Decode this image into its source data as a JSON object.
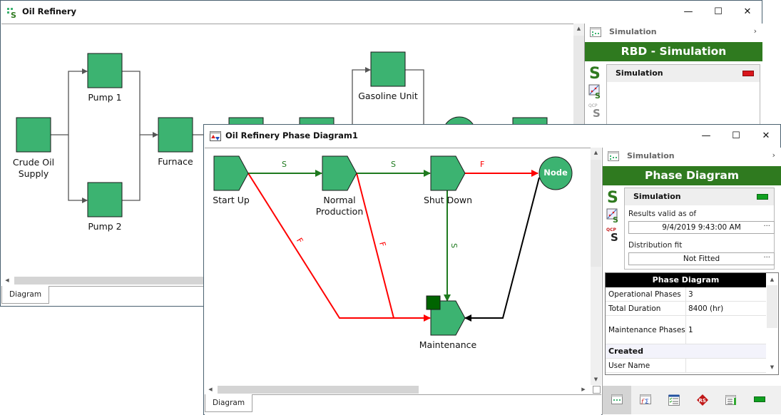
{
  "colors": {
    "block_fill": "#3cb371",
    "block_border": "#1a1a1a",
    "success_line": "#1f7a1f",
    "failure_line": "#ff0000",
    "node_line": "#000000",
    "banner": "#2f7a1f",
    "status_red": "#d9161c",
    "status_green": "#10a020",
    "maint_marker": "#006400"
  },
  "back_window": {
    "title": "Oil Refinery",
    "icon": "rbd-diagram-icon",
    "controls": {
      "minimize": "—",
      "maximize": "☐",
      "close": "✕"
    },
    "blocks": [
      {
        "id": "crude",
        "label_lines": [
          "Crude Oil",
          "Supply"
        ]
      },
      {
        "id": "pump1",
        "label_lines": [
          "Pump 1"
        ]
      },
      {
        "id": "pump2",
        "label_lines": [
          "Pump 2"
        ]
      },
      {
        "id": "furnace",
        "label_lines": [
          "Furnace"
        ]
      },
      {
        "id": "gasoline",
        "label_lines": [
          "Gasoline Unit"
        ]
      }
    ],
    "tab": "Diagram",
    "side_panel": {
      "header": "Simulation",
      "header_chevron": "›",
      "banner": "RBD - Simulation",
      "simulation_box": {
        "title": "Simulation",
        "status": "red"
      },
      "icons": [
        "simulation-s-icon",
        "plot-s-icon",
        "qcp-s-icon"
      ]
    }
  },
  "front_window": {
    "title": "Oil Refinery Phase Diagram1",
    "icon": "phase-diagram-icon",
    "controls": {
      "minimize": "—",
      "maximize": "☐",
      "close": "✕"
    },
    "phases": [
      {
        "id": "startup",
        "label_lines": [
          "Start Up"
        ]
      },
      {
        "id": "normal",
        "label_lines": [
          "Normal",
          "Production"
        ]
      },
      {
        "id": "shutdown",
        "label_lines": [
          "Shut Down"
        ]
      },
      {
        "id": "maintenance",
        "label_lines": [
          "Maintenance"
        ]
      }
    ],
    "node_label": "Node",
    "edges": [
      {
        "from": "Start Up",
        "to": "Normal Production",
        "label": "S",
        "kind": "success"
      },
      {
        "from": "Normal Production",
        "to": "Shut Down",
        "label": "S",
        "kind": "success"
      },
      {
        "from": "Shut Down",
        "to": "Node",
        "label": "F",
        "kind": "failure"
      },
      {
        "from": "Start Up",
        "to": "Maintenance",
        "label": "F",
        "kind": "failure"
      },
      {
        "from": "Normal Production",
        "to": "Maintenance",
        "label": "F",
        "kind": "failure"
      },
      {
        "from": "Shut Down",
        "to": "Maintenance",
        "label": "S",
        "kind": "success"
      },
      {
        "from": "Node",
        "to": "Maintenance",
        "label": "",
        "kind": "node"
      }
    ],
    "tab": "Diagram",
    "side_panel": {
      "header": "Simulation",
      "header_chevron": "›",
      "banner": "Phase Diagram",
      "simulation_box": {
        "title": "Simulation",
        "status": "green",
        "results_label": "Results valid as of",
        "results_value": "9/4/2019 9:43:00 AM",
        "distribution_label": "Distribution fit",
        "distribution_value": "Not Fitted",
        "ellipsis": "···"
      },
      "properties": {
        "header": "Phase Diagram",
        "rows": [
          {
            "key": "Operational Phases",
            "value": "3"
          },
          {
            "key": "Total Duration",
            "value": "8400 (hr)"
          },
          {
            "key": "Maintenance Phases",
            "value": "1"
          }
        ],
        "section": "Created",
        "section_rows": [
          {
            "key": "User Name",
            "value": ""
          }
        ]
      },
      "bottom_toolbar": [
        "diagram-view-icon",
        "function-sigma-icon",
        "checklist-icon",
        "rs-logo-icon",
        "settings-list-icon",
        "status-indicator"
      ]
    }
  }
}
